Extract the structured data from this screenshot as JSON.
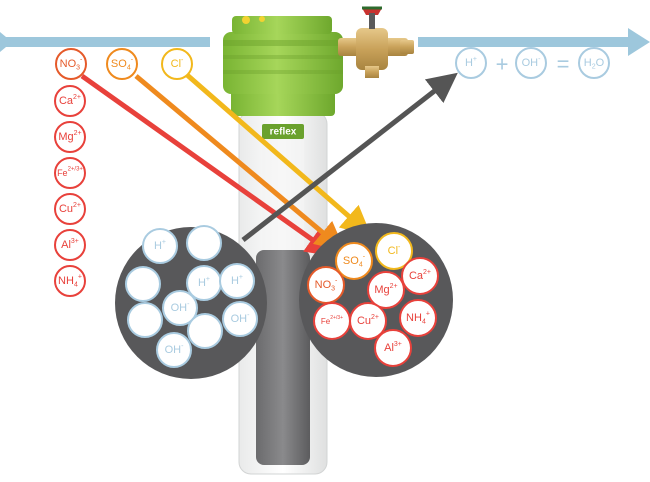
{
  "colors": {
    "flow_blue": "#9dc7dc",
    "cation_red": "#e8413b",
    "anion_orange_no3": "#e55a2a",
    "anion_orange_so4": "#ef8a1e",
    "anion_yellow_cl": "#f2b81c",
    "resin_gray": "#58585a",
    "water_blue": "#a9cbe0",
    "filter_green": "#8cc63f",
    "arrow_dark": "#555555"
  },
  "brand": {
    "logo": "reflex"
  },
  "equation": {
    "h": {
      "base": "H",
      "sup": "+"
    },
    "oh": {
      "base": "OH",
      "sup": "-"
    },
    "plus": "+",
    "equals": "=",
    "h2o": {
      "base": "H",
      "sub": "2",
      "tail": "O"
    }
  },
  "incoming_anions": [
    {
      "base": "NO",
      "sub": "3",
      "sup": "-"
    },
    {
      "base": "SO",
      "sub": "4",
      "sup": "-"
    },
    {
      "base": "Cl",
      "sup": "-"
    }
  ],
  "incoming_cations": [
    {
      "base": "Ca",
      "sup": "2+"
    },
    {
      "base": "Mg",
      "sup": "2+"
    },
    {
      "base": "Fe",
      "sup": "2+/3+"
    },
    {
      "base": "Cu",
      "sup": "2+"
    },
    {
      "base": "Al",
      "sup": "3+"
    },
    {
      "base": "NH",
      "sub": "4",
      "sup": "+"
    }
  ],
  "resin_left": {
    "ions": [
      {
        "base": "H",
        "sup": "+"
      },
      {
        "base": ""
      },
      {
        "base": "H",
        "sup": "+"
      },
      {
        "base": ""
      },
      {
        "base": "OH",
        "sup": "-"
      },
      {
        "base": "H",
        "sup": "+"
      },
      {
        "base": ""
      },
      {
        "base": "OH",
        "sup": "-"
      },
      {
        "base": "OH",
        "sup": "-"
      },
      {
        "base": ""
      }
    ]
  },
  "resin_right": {
    "ions": [
      {
        "base": "SO",
        "sub": "4",
        "sup": "-",
        "color": "#ef8a1e"
      },
      {
        "base": "Cl",
        "sup": "-",
        "color": "#f2b81c"
      },
      {
        "base": "NO",
        "sub": "3",
        "sup": "-",
        "color": "#e55a2a"
      },
      {
        "base": "Mg",
        "sup": "2+",
        "color": "#e8413b"
      },
      {
        "base": "Ca",
        "sup": "2+",
        "color": "#e8413b"
      },
      {
        "base": "Fe",
        "sup": "2+/3+",
        "color": "#e8413b"
      },
      {
        "base": "Cu",
        "sup": "2+",
        "color": "#e8413b"
      },
      {
        "base": "NH",
        "sub": "4",
        "sup": "+",
        "color": "#e8413b"
      },
      {
        "base": "Al",
        "sup": "3+",
        "color": "#e8413b"
      }
    ]
  }
}
